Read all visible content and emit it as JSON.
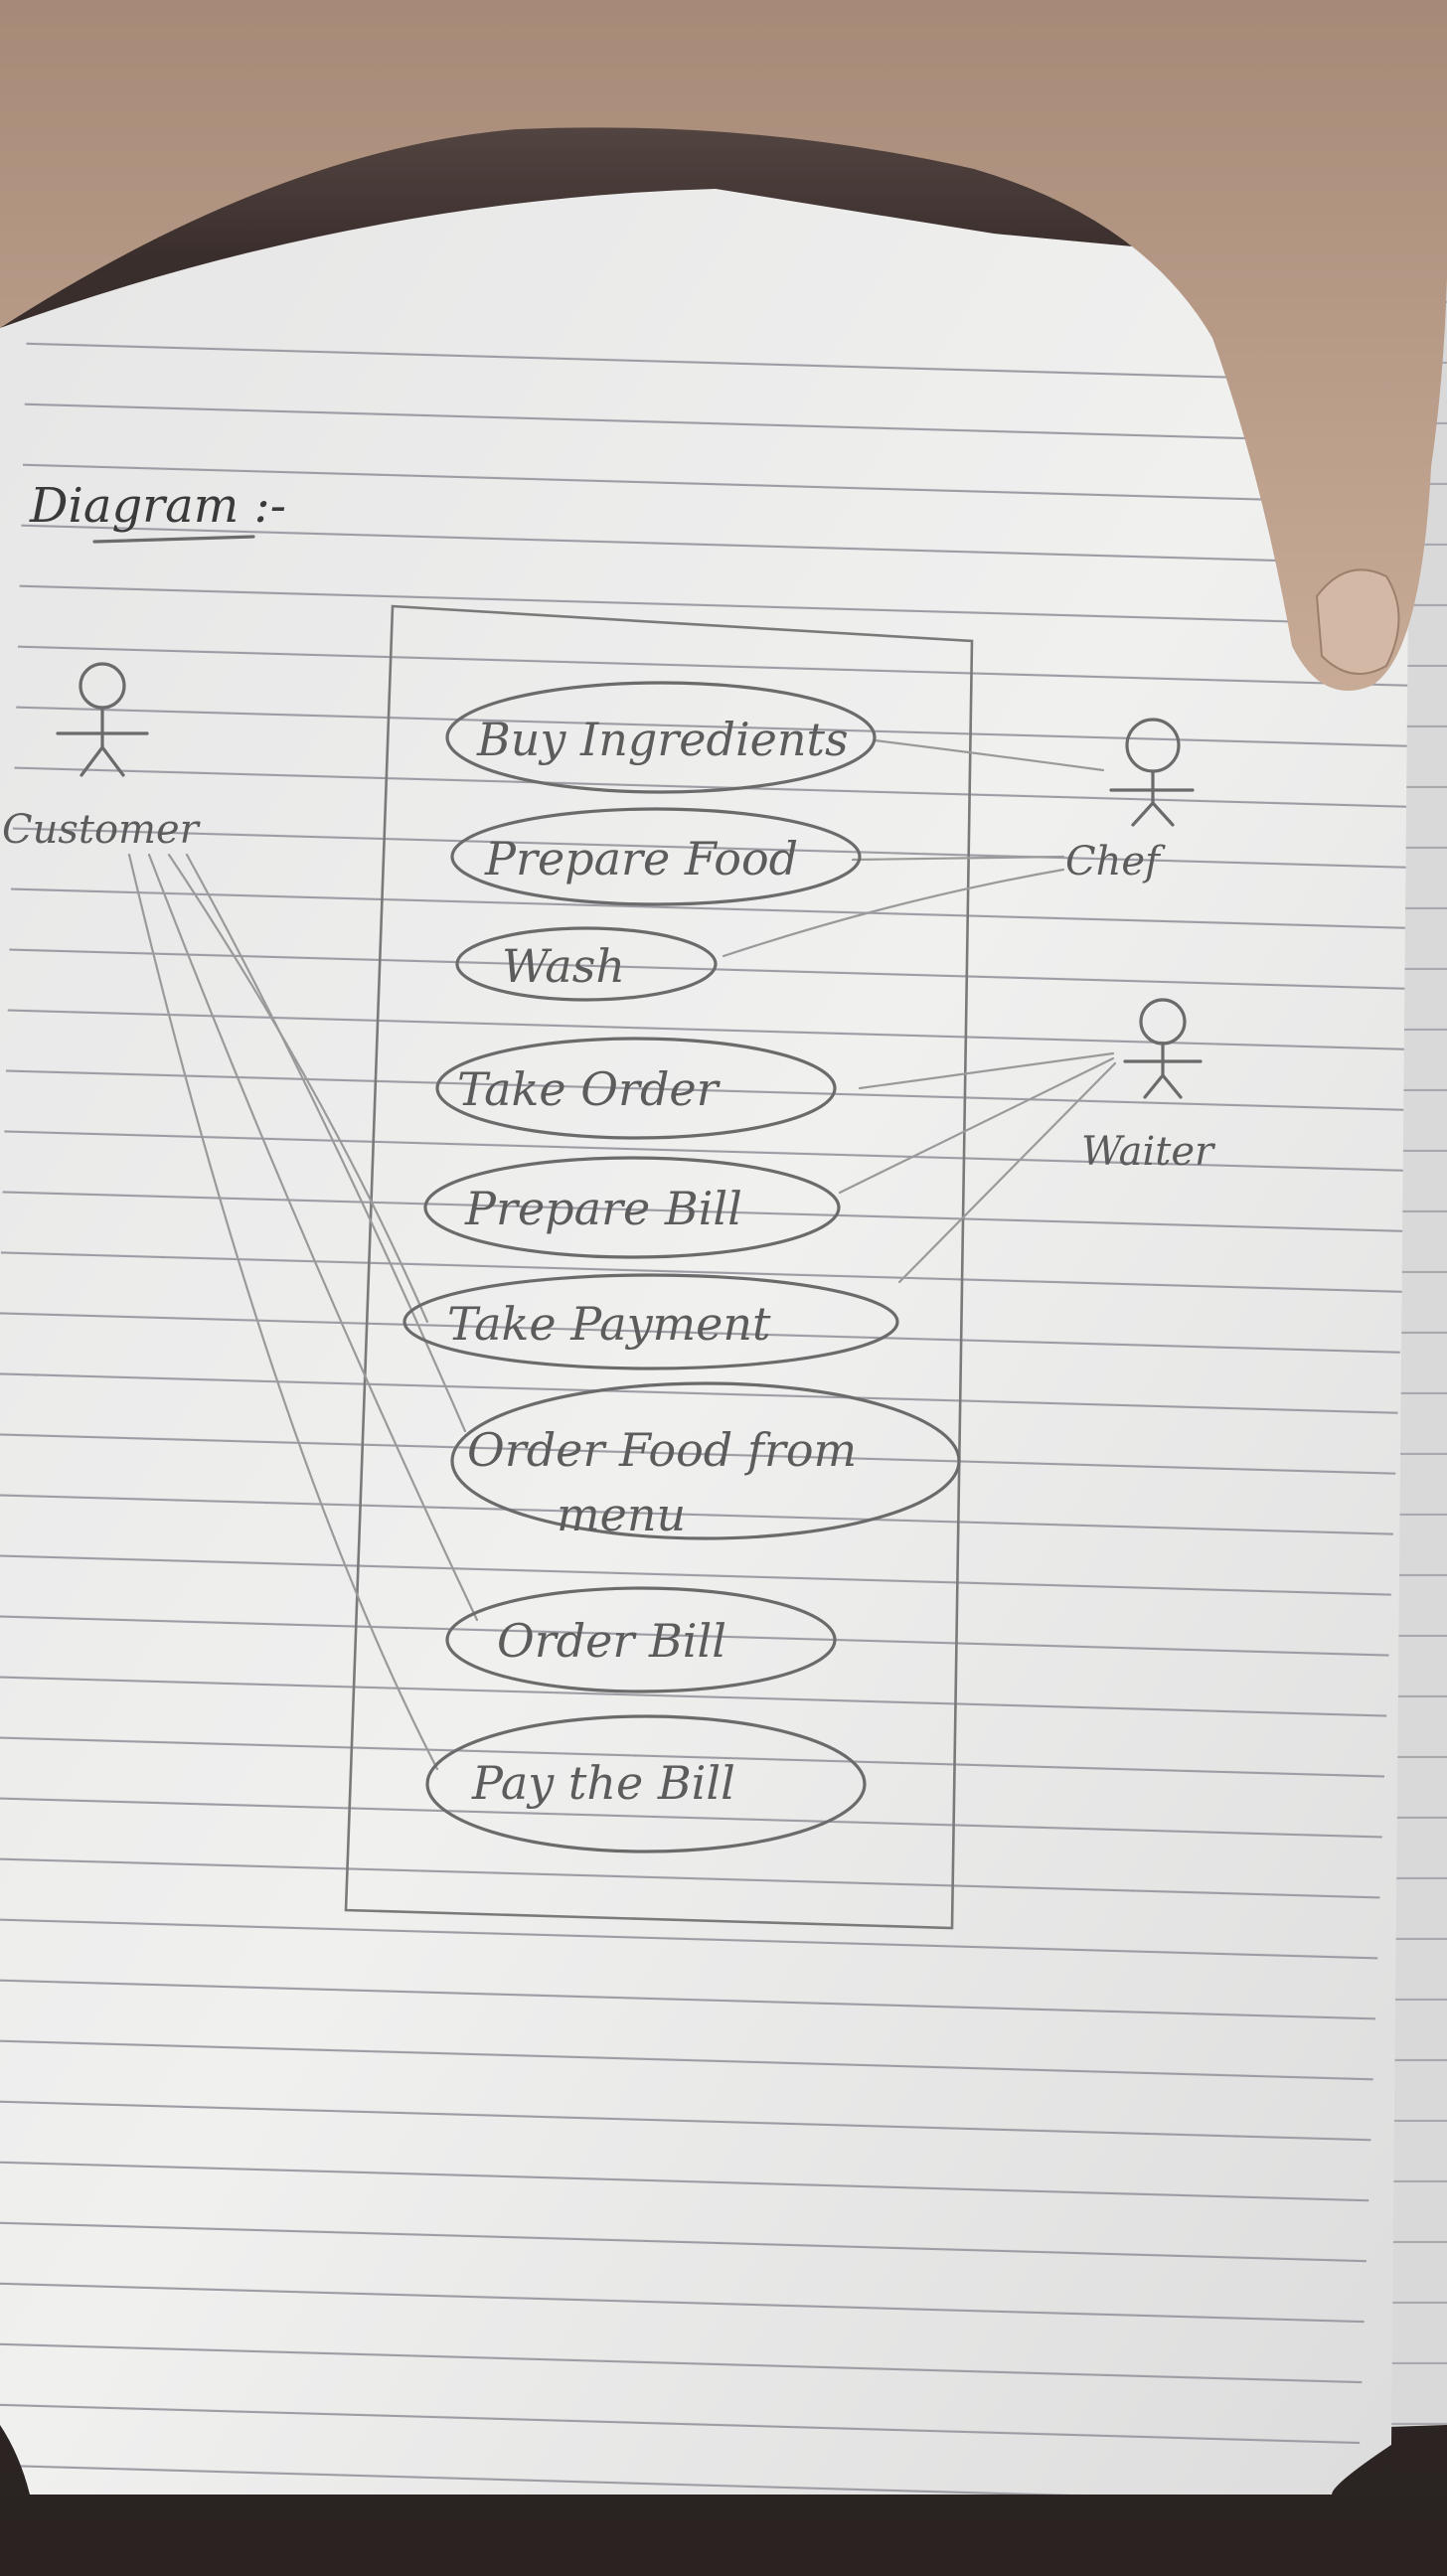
{
  "heading": "Diagram :-",
  "actors": {
    "customer": "Customer",
    "chef": "Chef",
    "waiter": "Waiter"
  },
  "use_cases": {
    "buy_ingredients": "Buy Ingredients",
    "prepare_food": "Prepare Food",
    "wash": "Wash",
    "take_order": "Take Order",
    "prepare_bill": "Prepare Bill",
    "take_payment": "Take Payment",
    "order_food_line1": "Order Food from",
    "order_food_line2": "menu",
    "order_bill": "Order Bill",
    "pay_bill": "Pay the Bill"
  },
  "associations": [
    {
      "actor": "Chef",
      "use_case": "Buy Ingredients"
    },
    {
      "actor": "Chef",
      "use_case": "Prepare Food"
    },
    {
      "actor": "Chef",
      "use_case": "Wash"
    },
    {
      "actor": "Waiter",
      "use_case": "Take Order"
    },
    {
      "actor": "Waiter",
      "use_case": "Prepare Bill"
    },
    {
      "actor": "Waiter",
      "use_case": "Take Payment"
    },
    {
      "actor": "Customer",
      "use_case": "Order Food from menu"
    },
    {
      "actor": "Customer",
      "use_case": "Order Bill"
    },
    {
      "actor": "Customer",
      "use_case": "Pay the Bill"
    },
    {
      "actor": "Customer",
      "use_case": "Take Payment"
    }
  ],
  "colors": {
    "paper": "#ececec",
    "ruled_line": "#9c9ca4",
    "pencil": "#6b6b6b",
    "skin": "#b89a86"
  }
}
